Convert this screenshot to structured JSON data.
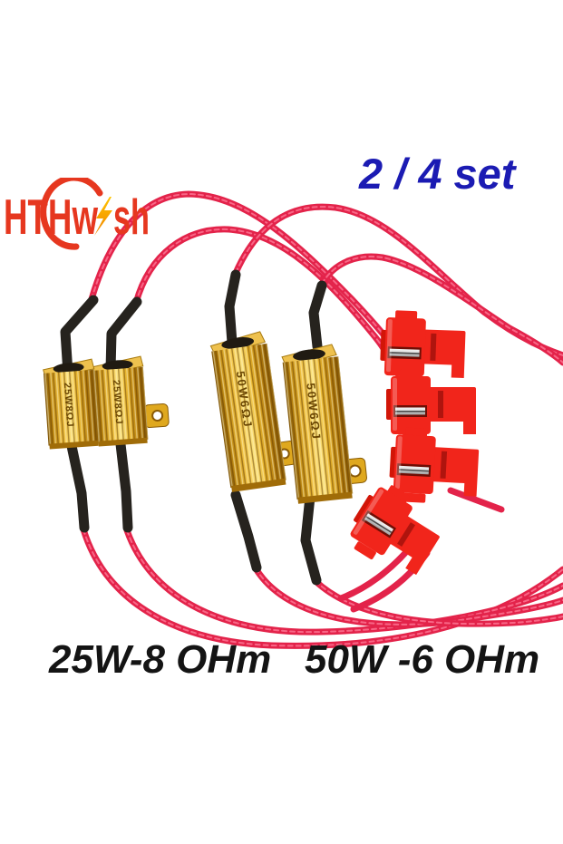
{
  "logo": {
    "text_full": "HTHwish",
    "text_part1": "HTHw",
    "text_part2": "sh",
    "bolt_icon": "lightning-bolt"
  },
  "badge": {
    "text": "2 / 4 set"
  },
  "markings": {
    "small_resistor": "25W8ΩJ",
    "large_resistor": "50W6ΩJ"
  },
  "captions": {
    "left": "25W-8 OHm",
    "right": "50W -6 OHm"
  },
  "colors": {
    "wire_red": "#e3234a",
    "wire_highlight": "#ff7e9b",
    "connector_red": "#f1251b",
    "logo_red": "#e6371f",
    "bolt_yellow": "#ffc400",
    "bolt_orange": "#f08300",
    "badge_blue": "#1b1bb3",
    "caption_black": "#141414",
    "gold_light": "#f7d96b",
    "gold_dark": "#8a5c06",
    "lead_black": "#26231e"
  }
}
